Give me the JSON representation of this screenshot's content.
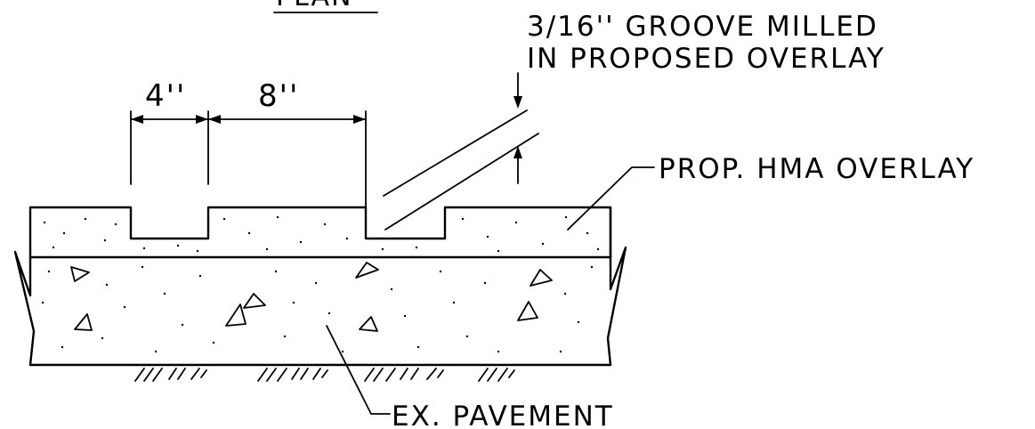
{
  "title_fragment": "PLAN",
  "dimensions": {
    "left_width": "4''",
    "right_width": "8''"
  },
  "callouts": {
    "groove_line1": "3/16'' GROOVE MILLED",
    "groove_line2": "IN PROPOSED OVERLAY",
    "overlay": "PROP. HMA OVERLAY",
    "existing": "EX. PAVEMENT"
  }
}
